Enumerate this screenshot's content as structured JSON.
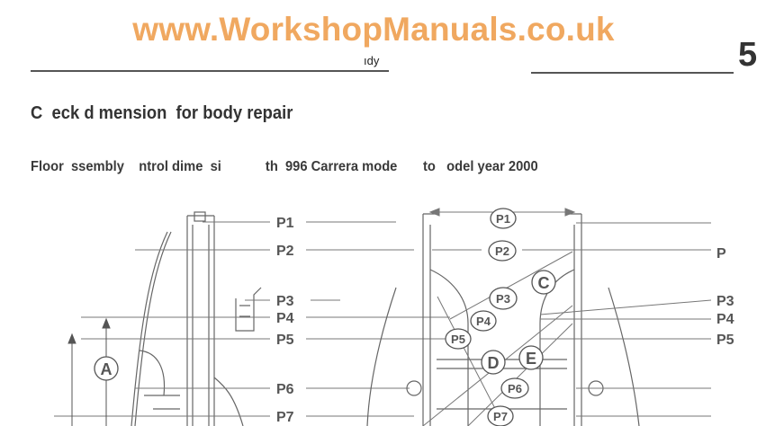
{
  "watermark": "www.WorkshopManuals.co.uk",
  "header_fragment": "ıdy",
  "chapter_number": "5",
  "title": "C  eck d mension  for body repair",
  "subtitle": "Floor  ssembly    ntrol dime  si            th  996 Carrera mode       to   odel year 2000",
  "callouts": {
    "left": [
      "P1",
      "P2",
      "P3",
      "P4",
      "P5",
      "P6",
      "P7"
    ],
    "right": [
      "P",
      "P3",
      "P4",
      "P5"
    ],
    "circled": [
      "P1",
      "P2",
      "P3",
      "P4",
      "P5",
      "P6",
      "P7"
    ],
    "dimensions": [
      "A",
      "C",
      "D",
      "E"
    ]
  }
}
